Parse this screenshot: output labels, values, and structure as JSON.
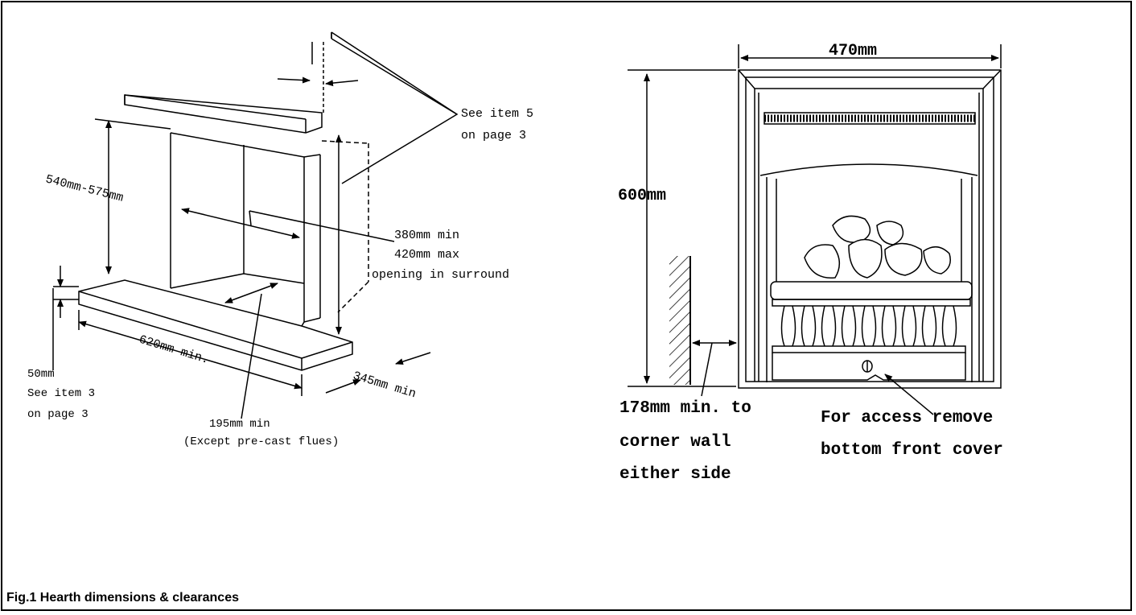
{
  "caption": "Fig.1 Hearth dimensions & clearances",
  "left_diagram": {
    "see_item5_line1": "See item 5",
    "see_item5_line2": "on page 3",
    "height_label": "540mm-575mm",
    "opening_line1": "380mm min",
    "opening_line2": "420mm max",
    "opening_line3": "opening in surround",
    "hearth_width": "620mm min.",
    "hearth_depth": "345mm min",
    "hearth_height": "50mm",
    "see_item3_line1": "See item 3",
    "see_item3_line2": "on page 3",
    "front_line1": "195mm min",
    "front_line2": "(Except pre-cast flues)"
  },
  "right_diagram": {
    "width_label": "470mm",
    "height_label": "600mm",
    "corner_line1": "178mm min. to",
    "corner_line2": "corner wall",
    "corner_line3": "either side",
    "access_line1": "For access remove",
    "access_line2": "bottom front cover"
  }
}
